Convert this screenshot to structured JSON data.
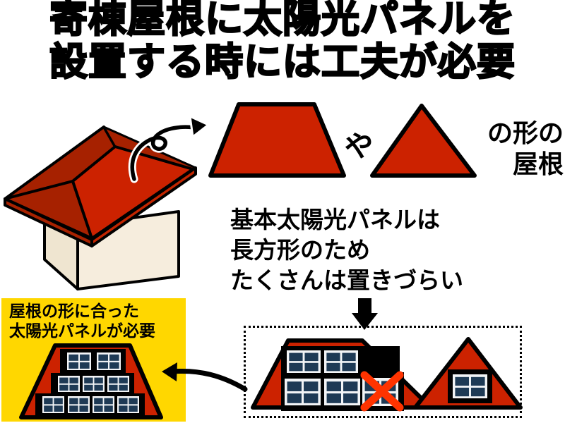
{
  "title": {
    "line1": "寄棟屋根に太陽光パネルを",
    "line2": "設置する時には工夫が必要"
  },
  "intro": {
    "connector": "や",
    "shape_caption_line1": "の形の",
    "shape_caption_line2": "屋根"
  },
  "problem": {
    "line1": "基本太陽光パネルは",
    "line2": "長方形のため",
    "line3": "たくさんは置きづらい"
  },
  "solution": {
    "line1": "屋根の形に合った",
    "line2": "太陽光パネルが必要"
  },
  "colors": {
    "roof_red": "#CC2200",
    "roof_red_dark": "#A62100",
    "panel_navy": "#1E3A55",
    "panel_frame": "#F2F4F6",
    "highlight_yellow": "#FFD700",
    "cross_red": "#FF3300",
    "wall_cream": "#F6EDDD",
    "wall_cream_shade": "#EFE5D0",
    "outline_black": "#000000"
  },
  "illustrations": {
    "house": "isometric house with red hip roof",
    "roof_shapes": [
      "trapezoid",
      "triangle"
    ],
    "bad_layout": {
      "trapezoid_panels": 5,
      "crossed_out_panels": 1,
      "triangle_panels": 1
    },
    "good_layout": {
      "panel_rows": [
        2,
        3,
        4
      ]
    }
  }
}
